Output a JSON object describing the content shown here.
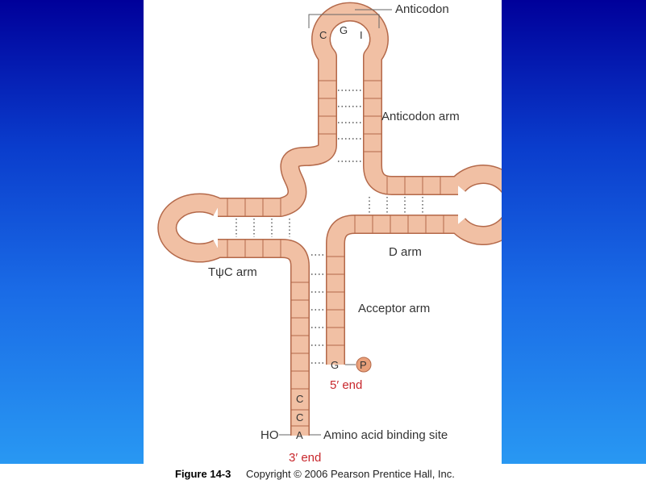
{
  "diagram": {
    "labels": {
      "anticodon": "Anticodon",
      "anticodon_arm": "Anticodon arm",
      "d_arm": "D arm",
      "tpsic_arm": "TψC arm",
      "acceptor_arm": "Acceptor arm",
      "five_prime_end": "5′ end",
      "three_prime_end": "3′ end",
      "amino_acid_site": "Amino acid binding site",
      "ho": "HO"
    },
    "bases": {
      "anticodon_1": "C",
      "anticodon_2": "G",
      "anticodon_3": "I",
      "acceptor_g": "G",
      "phosphate": "P",
      "cca_1": "C",
      "cca_2": "C",
      "cca_3": "A"
    },
    "colors": {
      "strand_fill": "#f1c0a4",
      "strand_stroke": "#b4694a",
      "label_red": "#c8282d"
    }
  },
  "caption": {
    "figure": "Figure 14-3",
    "copyright": "Copyright © 2006 Pearson Prentice Hall, Inc."
  }
}
